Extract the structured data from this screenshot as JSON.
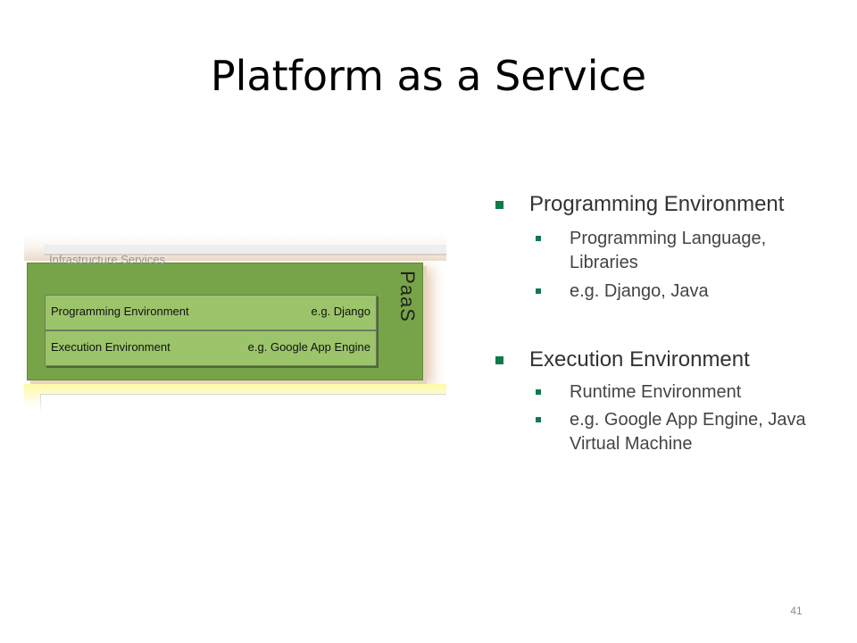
{
  "slide": {
    "title": "Platform as a Service",
    "page_number": "41"
  },
  "diagram": {
    "layer_label": "PaaS",
    "rows": [
      {
        "name": "Programming Environment",
        "example": "e.g. Django"
      },
      {
        "name": "Execution Environment",
        "example": "e.g. Google App Engine"
      }
    ],
    "partial_lower_layer": "Infrastructure Services",
    "colors": {
      "layer_fill": "#77a448",
      "row_fill": "#9cc46b",
      "bullet": "#0f7a4b"
    }
  },
  "bullets": [
    {
      "text": "Programming Environment",
      "children": [
        "Programming Language, Libraries",
        "e.g. Django, Java"
      ]
    },
    {
      "text": "Execution Environment",
      "children": [
        "Runtime Environment",
        "e.g. Google App Engine, Java Virtual Machine"
      ]
    }
  ]
}
